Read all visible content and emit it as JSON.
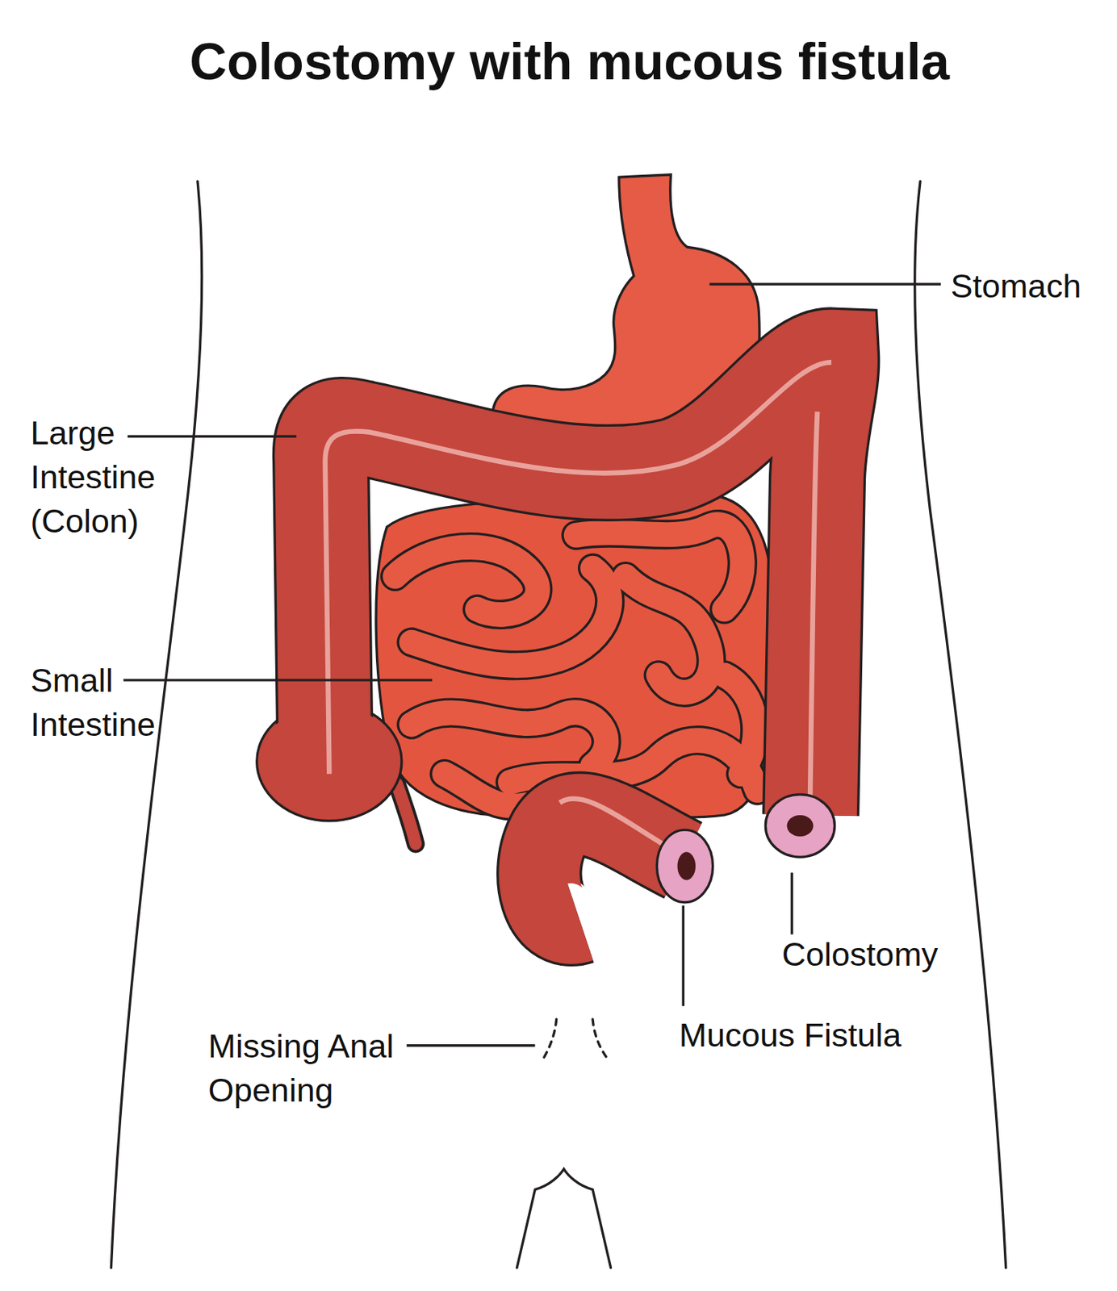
{
  "diagram": {
    "title": "Colostomy with mucous fistula",
    "labels": [
      "Stomach",
      "Large Intestine (Colon)",
      "Small Intestine",
      "Colostomy",
      "Mucous Fistula",
      "Missing Anal Opening"
    ]
  }
}
